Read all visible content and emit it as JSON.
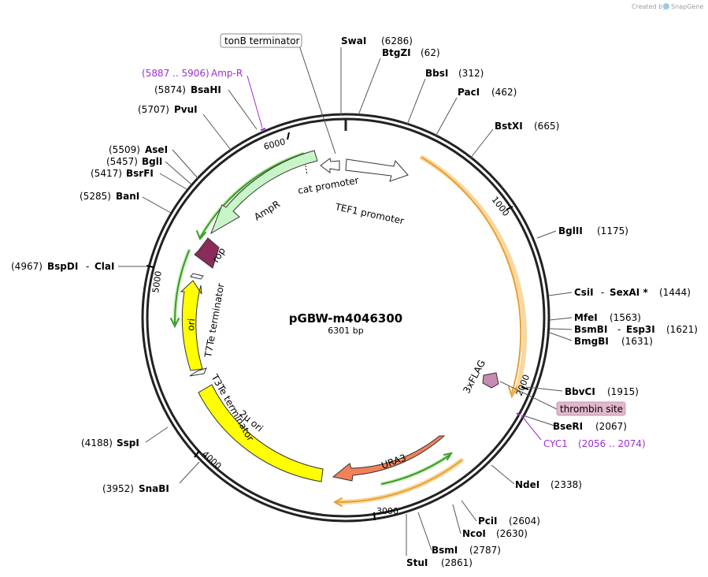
{
  "credit": {
    "prefix": "Created by",
    "brand": "SnapGene"
  },
  "plasmid": {
    "name": "pGBW-m4046300",
    "size": "6301 bp"
  },
  "ticks": [
    "1000",
    "2000",
    "3000",
    "4000",
    "5000",
    "6000"
  ],
  "features": {
    "amp_r": "AmpR",
    "cat_promoter": "cat promoter",
    "tef1_promoter": "TEF1 promoter",
    "rop": "rop",
    "t7te": "T7Te terminator",
    "ori": "ori",
    "t3te": "T3Te terminator",
    "two_mu": "2µ ori",
    "ura3": "URA3",
    "flag": "3xFLAG"
  },
  "sites": {
    "tonb": {
      "name": "tonB terminator"
    },
    "swai": {
      "name": "SwaI",
      "pos": "(6286)"
    },
    "btgzi": {
      "name": "BtgZI",
      "pos": "(62)"
    },
    "bbsi": {
      "name": "BbsI",
      "pos": "(312)"
    },
    "paci": {
      "name": "PacI",
      "pos": "(462)"
    },
    "bstxi": {
      "name": "BstXI",
      "pos": "(665)"
    },
    "bglii": {
      "name": "BglII",
      "pos": "(1175)"
    },
    "csii": {
      "name": "CsiI",
      "sep": "-",
      "name2": "SexAI *",
      "pos": "(1444)"
    },
    "mfei": {
      "name": "MfeI",
      "pos": "(1563)"
    },
    "bsmbi": {
      "name": "BsmBI",
      "sep": "-",
      "name2": "Esp3I",
      "pos": "(1621)"
    },
    "bmgbi": {
      "name": "BmgBI",
      "pos": "(1631)"
    },
    "bbvci": {
      "name": "BbvCI",
      "pos": "(1915)"
    },
    "thrombin": {
      "name": "thrombin site"
    },
    "bseri": {
      "name": "BseRI",
      "pos": "(2067)"
    },
    "cyc1": {
      "name": "CYC1",
      "pos": "(2056 .. 2074)"
    },
    "ndei": {
      "name": "NdeI",
      "pos": "(2338)"
    },
    "pcii": {
      "name": "PciI",
      "pos": "(2604)"
    },
    "ncoi": {
      "name": "NcoI",
      "pos": "(2630)"
    },
    "bsmi": {
      "name": "BsmI",
      "pos": "(2787)"
    },
    "stui": {
      "name": "StuI",
      "pos": "(2861)"
    },
    "snabi": {
      "name": "SnaBI",
      "pos": "(3952)"
    },
    "sspi": {
      "name": "SspI",
      "pos": "(4188)"
    },
    "bspdi": {
      "name": "BspDI",
      "sep": "-",
      "name2": "ClaI",
      "pos": "(4967)"
    },
    "bani": {
      "name": "BanI",
      "pos": "(5285)"
    },
    "bsrfi": {
      "name": "BsrFI",
      "pos": "(5417)"
    },
    "bgli": {
      "name": "BglI",
      "pos": "(5457)"
    },
    "asei": {
      "name": "AseI",
      "pos": "(5509)"
    },
    "pvui": {
      "name": "PvuI",
      "pos": "(5707)"
    },
    "bsahi": {
      "name": "BsaHI",
      "pos": "(5874)"
    },
    "ampr_label": {
      "name": "Amp-R",
      "pos": "(5887 .. 5906)"
    }
  },
  "colors": {
    "backbone": "#222222",
    "amp_r": "#c8f5c8",
    "rop": "#8b2b5a",
    "ori": "#ffff00",
    "ura3": "#f28158",
    "flag": "#c78bb3",
    "orf_orange": "#e8a030",
    "orf_green": "#3a9a2a",
    "primer_purple": "#9a2fd1",
    "thrombin_bg": "#e0b7cc"
  }
}
